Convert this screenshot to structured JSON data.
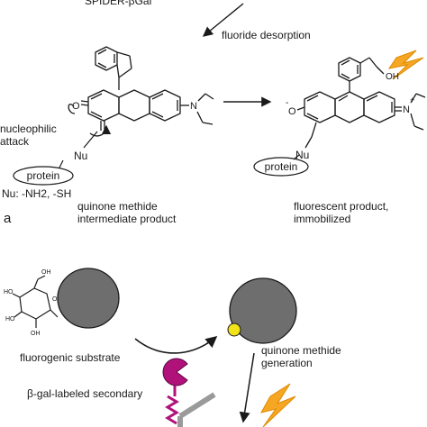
{
  "top_label": "SPIDER-βGal",
  "steps": {
    "fluoride_desorption": "fluoride desorption",
    "nucleophilic_attack_line1": "nucleophilic",
    "nucleophilic_attack_line2": "attack",
    "nucleophile_options": "Nu: -NH2, -SH"
  },
  "panel_label": "a",
  "intermediate": {
    "nu": "Nu",
    "protein": "protein",
    "caption_line1": "quinone methide",
    "caption_line2": "intermediate product",
    "amine": "N",
    "carbonyl": "O"
  },
  "product": {
    "nu": "Nu",
    "protein": "protein",
    "caption_line1": "fluorescent product,",
    "caption_line2": "immobilized",
    "hydroxyl": "OH",
    "iminium": "N",
    "iminium_charge": "+",
    "oxide": "O",
    "oxide_charge": "-"
  },
  "scheme": {
    "substrate_label": "fluorogenic substrate",
    "qm_line1": "quinone methide",
    "qm_line2": "generation",
    "secondary_label": "β-gal-labeled secondary"
  },
  "colors": {
    "lightning": "#f5a623",
    "lightning_stroke": "#e08a00",
    "sphere": "#6e6e6e",
    "qm_dot": "#f2e21a",
    "enzyme": "#b0127a",
    "antibody": "#9a9a9a",
    "line": "#1a1a1a"
  },
  "icons": [
    "lightning-bolt-icon",
    "enzyme-pacman-icon",
    "antibody-icon",
    "galactose-ring-icon"
  ]
}
